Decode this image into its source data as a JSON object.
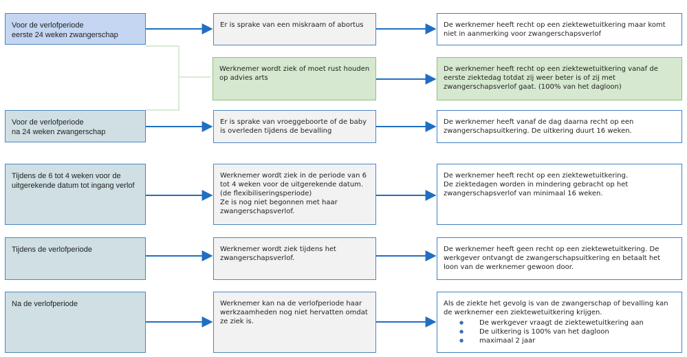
{
  "rows": [
    {
      "left": "Voor de verlofperiode\neerste 24 weken zwangerschap",
      "middle": "Er is sprake van een miskraam of abortus",
      "right": "De werknemer heeft recht op een ziektewetuitkering maar komt niet in aanmerking voor zwangerschapsverlof"
    },
    {
      "middle": "Werknemer wordt ziek of moet rust houden op advies arts",
      "right": "De werknemer heeft recht op een ziektewetuitkering vanaf de eerste ziektedag totdat zij weer beter is of zij met zwangerschapsverlof gaat. (100% van het dagloon)"
    },
    {
      "left": "Voor de verlofperiode\nna 24 weken zwangerschap",
      "middle": "Er is sprake van vroeggeboorte of de baby is overleden tijdens de bevalling",
      "right": "De werknemer heeft vanaf de dag daarna recht op een zwangerschapsuitkering.  De uitkering duurt 16 weken."
    },
    {
      "left": "Tijdens de 6 tot 4 weken voor de uitgerekende datum tot ingang verlof",
      "middle": "Werknemer wordt ziek in de periode van 6 tot 4 weken voor de uitgerekende datum.  (de flexibiliseringsperiode)\nZe is nog niet begonnen met haar zwangerschapsverlof.",
      "right": "De werknemer heeft recht op een ziektewetuitkering.\nDe ziektedagen worden in mindering gebracht op het zwangerschapsverlof van minimaal 16 weken."
    },
    {
      "left": "Tijdens de verlofperiode",
      "middle": "Werknemer wordt ziek tijdens het zwangerschapsverlof.",
      "right": "De werknemer heeft geen recht op een ziektewetuitkering. De werkgever ontvangt de zwangerschapsuitkering en betaalt het loon van de werknemer gewoon door."
    },
    {
      "left": "Na de verlofperiode",
      "middle": "Werknemer kan na de verlofperiode haar werkzaamheden nog niet hervatten omdat ze ziek is.",
      "right_intro": "Als de ziekte het gevolg is van de zwangerschap of bevalling kan de werknemer een ziektewetuitkering krijgen.",
      "right_bullets": [
        "De werkgever vraagt de ziektewetuitkering aan",
        "De uitkering is 100% van het dagloon",
        "maximaal 2 jaar"
      ]
    }
  ],
  "colors": {
    "arrow": "#1f6fc2",
    "connector": "#dbe9d5",
    "green_fill": "#d6e8cf",
    "blue_fill": "#c4d6f2",
    "grey_blue_fill": "#cfdfe3"
  }
}
